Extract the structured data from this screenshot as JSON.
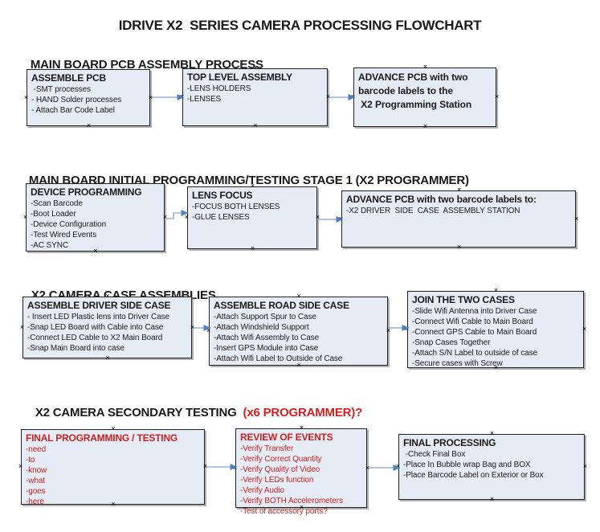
{
  "page_title": "IDRIVE X2  SERIES CAMERA PROCESSING FLOWCHART",
  "colors": {
    "box_fill": "#e5ecf6",
    "box_border": "#222222",
    "box_shadow": "#7d7d7d",
    "arrow_line": "#95b3d7",
    "arrow_head": "#4f81bd",
    "red_text": "#cc2121",
    "black_text": "#1a1a1a"
  },
  "sections": [
    {
      "heading": "MAIN BOARD PCB ASSEMBLY PROCESS",
      "boxes": [
        {
          "heading": "ASSEMBLE PCB",
          "items": [
            " -SMT processes",
            "- HAND Solder processes",
            "- Attach Bar Code Label"
          ]
        },
        {
          "heading": "TOP LEVEL ASSEMBLY",
          "items": [
            "-LENS HOLDERS",
            "-LENSES"
          ]
        },
        {
          "heading": "",
          "items": [
            "ADVANCE PCB with two",
            "barcode labels to the",
            " X2 Programming Station"
          ]
        }
      ]
    },
    {
      "heading": "MAIN BOARD INITIAL PROGRAMMING/TESTING STAGE 1 (X2 PROGRAMMER)",
      "boxes": [
        {
          "heading": "DEVICE PROGRAMMING",
          "items": [
            "-Scan Barcode",
            "-Boot Loader",
            "-Device Configuration",
            "-Test Wired Events",
            "-AC SYNC"
          ]
        },
        {
          "heading": "LENS FOCUS",
          "items": [
            "-FOCUS BOTH LENSES",
            "-GLUE LENSES"
          ]
        },
        {
          "heading": "ADVANCE PCB with two barcode labels to:",
          "items": [
            "-X2 DRIVER  SIDE  CASE  ASSEMBLY STATION"
          ]
        }
      ]
    },
    {
      "heading": "X2 CAMERA CASE ASSEMBLIES",
      "boxes": [
        {
          "heading": "ASSEMBLE DRIVER SIDE CASE",
          "items": [
            "- Insert LED Plastic lens into Driver Case",
            "-Snap LED Board with Cable into Case",
            "-Connect LED Cable to X2 Main Board",
            "-Snap Main Board into case"
          ]
        },
        {
          "heading": "ASSEMBLE ROAD SIDE CASE",
          "items": [
            "-Attach Support Spur to Case",
            "-Attach Windshield Support",
            "-Attach Wifi Assembly to Case",
            "-Insert GPS Module into Case",
            "-Attach Wifi Label to Outside of Case"
          ]
        },
        {
          "heading": "JOIN THE TWO CASES",
          "items": [
            "-Slide Wifi Antenna into Driver Case",
            "-Connect Wifi Cable to Main Board",
            "-Connect GPS Cable to Main Board",
            "-Snap Cases Together",
            "-Attach S/N Label to outside of case",
            "-Secure cases with Screw"
          ]
        }
      ]
    },
    {
      "heading": "X2 CAMERA SECONDARY TESTING",
      "heading_suffix": "  (x6 PROGRAMMER)?",
      "boxes": [
        {
          "heading": "FINAL PROGRAMMING / TESTING",
          "items": [
            "-need",
            "-to",
            "-know",
            "-what",
            "-goes",
            "-here"
          ]
        },
        {
          "heading": "REVIEW OF EVENTS",
          "items": [
            "-Verify Transfer",
            "-Verify Correct Quantity",
            "-Verify Quality of Video",
            "-Verify LEDs function",
            "-Verify Audio",
            "-Verify BOTH Accelerometers",
            "-Test of accessory ports?"
          ]
        },
        {
          "heading": "FINAL PROCESSING",
          "items": [
            " -Check Final Box",
            "-Place In Bubble wrap Bag and BOX",
            "-Place Barcode Label on Exterior or Box"
          ]
        }
      ]
    }
  ]
}
